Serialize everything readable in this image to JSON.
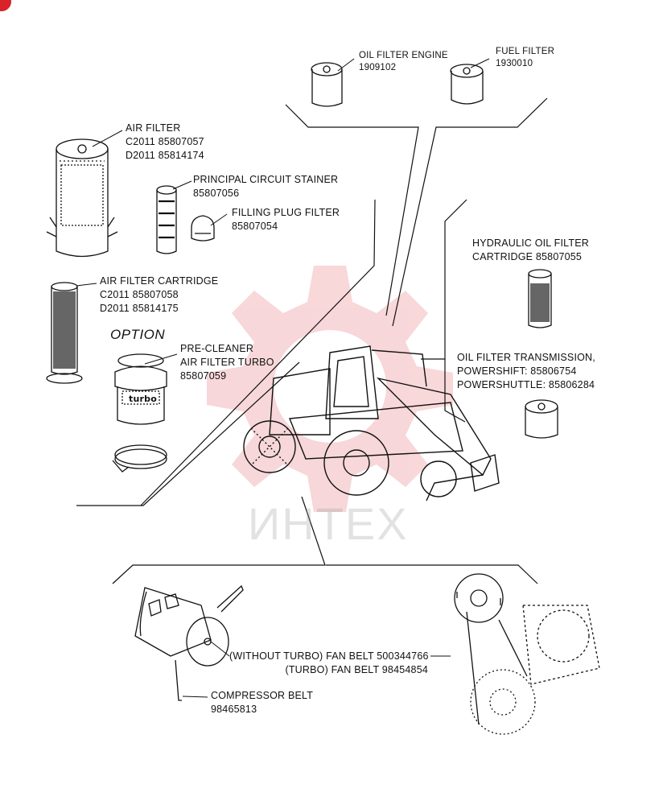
{
  "watermark": {
    "text": "ИНТЕХ",
    "color": "#e8858a"
  },
  "option_label": "OPTION",
  "parts": {
    "oil_filter_engine": {
      "name": "OIL FILTER ENGINE",
      "number": "1909102"
    },
    "fuel_filter": {
      "name": "FUEL FILTER",
      "number": "1930010"
    },
    "air_filter": {
      "name": "AIR FILTER",
      "line1": "C2011 85807057",
      "line2": "D2011 85814174"
    },
    "principal_circuit_strainer": {
      "name": "PRINCIPAL CIRCUIT STAINER",
      "number": "85807056"
    },
    "filling_plug_filter": {
      "name": "FILLING PLUG FILTER",
      "number": "85807054"
    },
    "hydraulic_oil_filter": {
      "line1": "HYDRAULIC OIL FILTER",
      "line2": "CARTRIDGE 85807055"
    },
    "air_filter_cartridge": {
      "name": "AIR FILTER CARTRIDGE",
      "line1": "C2011 85807058",
      "line2": "D2011 85814175"
    },
    "pre_cleaner": {
      "line1": "PRE-CLEANER",
      "line2": "AIR FILTER TURBO",
      "number": "85807059",
      "body_text": "turbo"
    },
    "oil_filter_transmission": {
      "line1": "OIL FILTER TRANSMISSION,",
      "line2": "POWERSHIFT: 85806754",
      "line3": "POWERSHUTTLE: 85806284"
    },
    "fan_belt": {
      "line1": "(WITHOUT TURBO) FAN BELT 500344766",
      "line2": "(TURBO) FAN BELT 98454854"
    },
    "compressor_belt": {
      "name": "COMPRESSOR BELT",
      "number": "98465813"
    }
  }
}
